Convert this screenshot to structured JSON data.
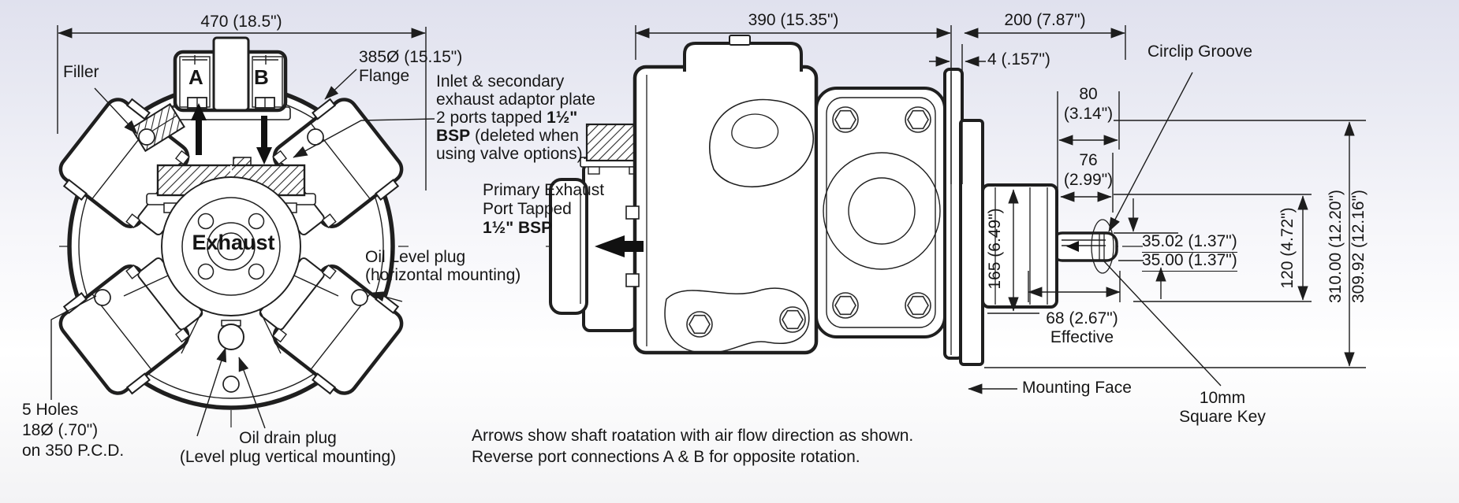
{
  "drawing": {
    "front_view": {
      "dim_overall_width": "470 (18.5\")",
      "filler_label": "Filler",
      "port_a": "A",
      "port_b": "B",
      "flange_line1": "385Ø (15.15\")",
      "flange_line2": "Flange",
      "adaptor_note": {
        "l1": "Inlet & secondary",
        "l2": "exhaust adaptor plate",
        "l3a": "2 ports tapped ",
        "l3b": "1½\"",
        "l4a": "BSP",
        "l4b": " (deleted when",
        "l5": "using valve options)."
      },
      "exhaust_label": "Exhaust",
      "oil_level_line1": "Oil Level plug",
      "oil_level_line2": "(horizontal mounting)",
      "holes_line1": "5 Holes",
      "holes_line2": "18Ø (.70\")",
      "holes_line3": "on 350 P.C.D.",
      "drain_line1": "Oil drain plug",
      "drain_line2": "(Level plug vertical mounting)"
    },
    "side_view": {
      "dim_body_length": "390 (15.35\")",
      "dim_shaft_end": "200 (7.87\")",
      "dim_gap": "4 (.157\")",
      "circlip_label": "Circlip Groove",
      "dim_80_mm": "80",
      "dim_80_in": "(3.14\")",
      "dim_76_mm": "76",
      "dim_76_in": "(2.99\")",
      "dim_hub": "165 (6.49\")",
      "dim_shaft_max": "35.02 (1.37\")",
      "dim_shaft_min": "35.00 (1.37\")",
      "dim_key_height": "120 (4.72\")",
      "dim_flange_max": "310.00 (12.20\")",
      "dim_flange_min": "309.92 (12.16\")",
      "dim_effective": "68 (2.67\")",
      "dim_effective_label": "Effective",
      "mounting_face_label": "Mounting Face",
      "key_line1": "10mm",
      "key_line2": "Square Key",
      "exhaust_note": {
        "l1": "Primary Exhaust",
        "l2": "Port Tapped",
        "l3": "1½\" BSP"
      }
    },
    "footnote": {
      "line1": "Arrows show shaft roatation with air flow direction as shown.",
      "line2": "Reverse port connections A & B for opposite rotation."
    }
  }
}
